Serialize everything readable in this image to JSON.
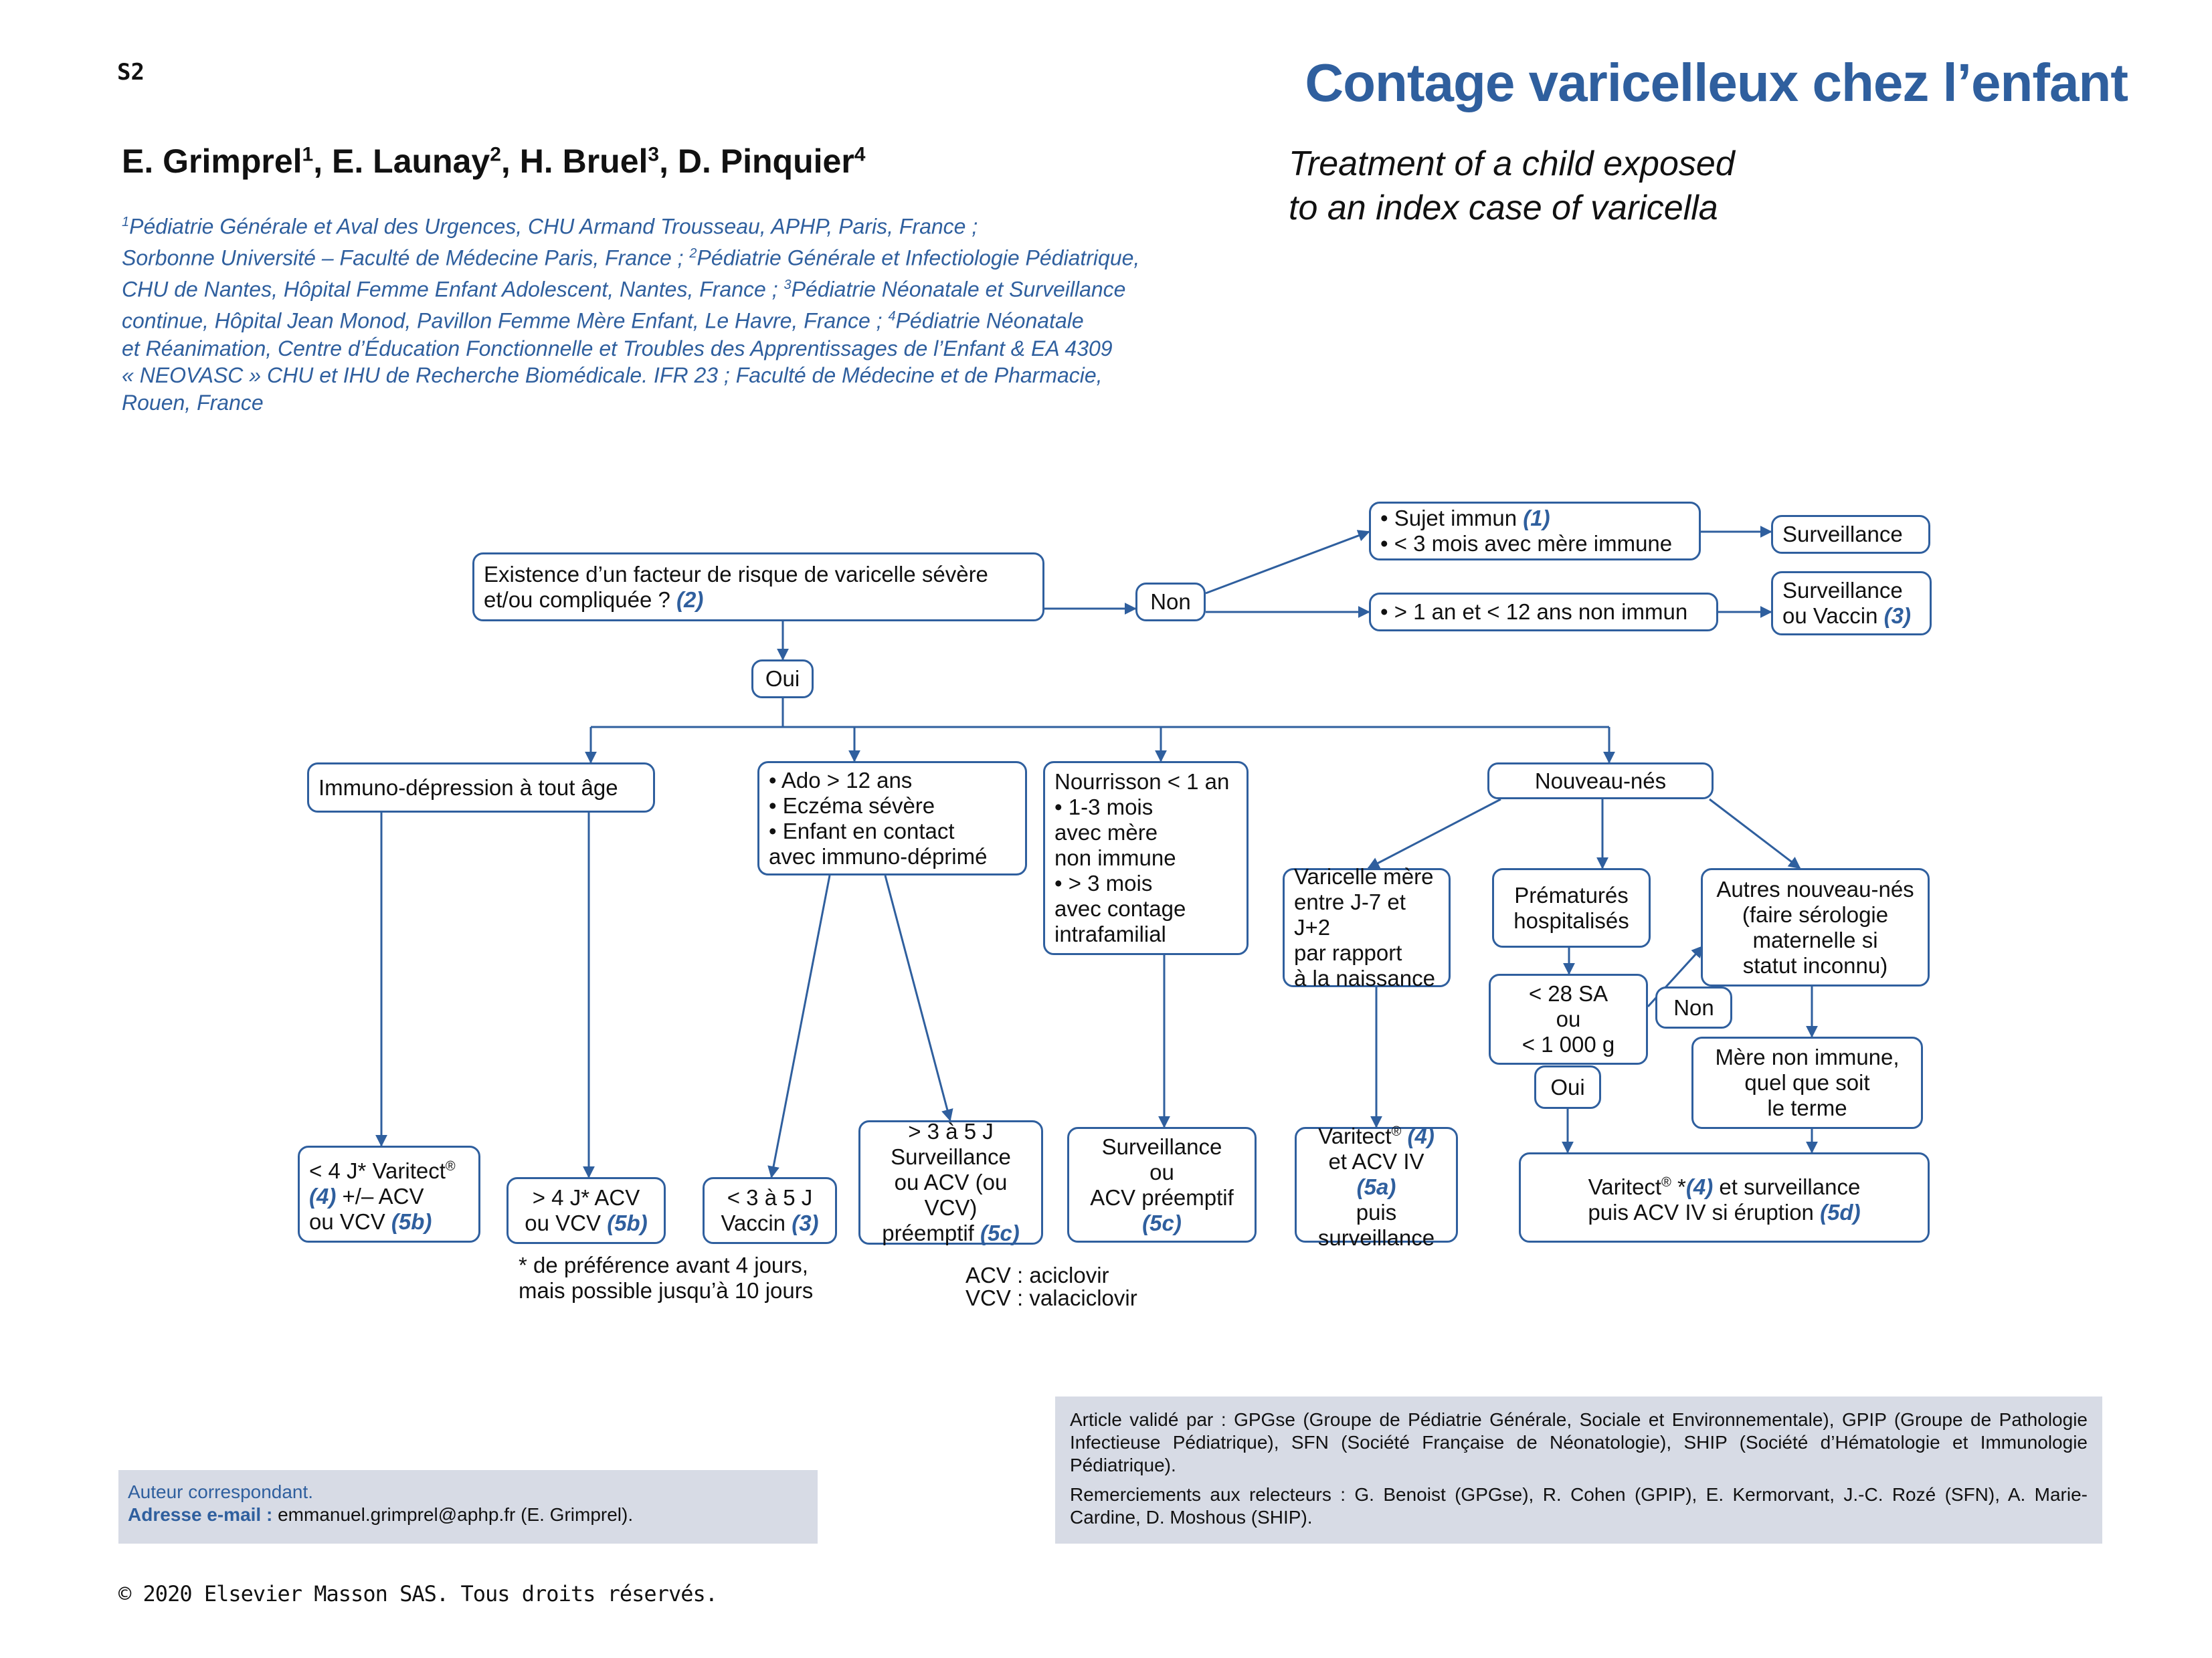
{
  "header": {
    "page_label": "S2",
    "title": "Contage varicelleux chez l’enfant",
    "authors": [
      {
        "name": "E. Grimprel",
        "sup": "1",
        "sep": ", "
      },
      {
        "name": "E. Launay",
        "sup": "2",
        "sep": ", "
      },
      {
        "name": "H. Bruel",
        "sup": "3",
        "sep": ", "
      },
      {
        "name": "D. Pinquier",
        "sup": "4",
        "sep": ""
      }
    ],
    "subtitle_line1": "Treatment of a child exposed",
    "subtitle_line2": "to an index case of varicella",
    "affiliations": [
      {
        "sup": "1",
        "text": "Pédiatrie Générale et Aval des Urgences, CHU Armand Trousseau, APHP, Paris, France ;"
      },
      {
        "sup": "",
        "text": "Sorbonne Université – Faculté de Médecine Paris, France ; "
      },
      {
        "sup": "2",
        "text": "Pédiatrie Générale et Infectiologie Pédiatrique,"
      },
      {
        "sup": "",
        "text": "CHU de Nantes, Hôpital Femme Enfant Adolescent, Nantes, France ; "
      },
      {
        "sup": "3",
        "text": "Pédiatrie Néonatale et Surveillance"
      },
      {
        "sup": "",
        "text": "continue, Hôpital Jean Monod, Pavillon Femme Mère Enfant, Le Havre, France ; "
      },
      {
        "sup": "4",
        "text": "Pédiatrie Néonatale"
      },
      {
        "sup": "",
        "text": "et Réanimation, Centre d’Éducation Fonctionnelle et Troubles des Apprentissages de l’Enfant & EA 4309"
      },
      {
        "sup": "",
        "text": "« NEOVASC » CHU et IHU de Recherche Biomédicale. IFR 23 ; Faculté de Médecine et de Pharmacie,"
      },
      {
        "sup": "",
        "text": "Rouen, France"
      }
    ]
  },
  "flow": {
    "risk_question": [
      {
        "t": "Existence d’un facteur de risque de varicelle sévère\net/ou compliquée ? "
      },
      {
        "t": "(2)",
        "r": true
      }
    ],
    "non1": [
      {
        "t": "Non"
      }
    ],
    "oui1": [
      {
        "t": "Oui"
      }
    ],
    "immune": [
      {
        "t": "• Sujet immun "
      },
      {
        "t": "(1)",
        "r": true
      },
      {
        "t": "\n• <  3 mois avec mère immune"
      }
    ],
    "surveillance1": [
      {
        "t": "Surveillance"
      }
    ],
    "non_immune": [
      {
        "t": "• > 1 an et < 12 ans non immun"
      }
    ],
    "surv_vaccin": [
      {
        "t": "Surveillance\nou Vaccin "
      },
      {
        "t": "(3)",
        "r": true
      }
    ],
    "immuno": [
      {
        "t": "Immuno-dépression à tout âge"
      }
    ],
    "ado": [
      {
        "t": "• Ado > 12 ans\n• Eczéma sévère\n• Enfant en contact\n   avec immuno-déprimé"
      }
    ],
    "nourrisson": [
      {
        "t": "Nourrisson < 1 an\n• 1-3 mois\n   avec mère\n   non immune\n• > 3 mois\n   avec contage\n   intrafamilial"
      }
    ],
    "nouveau_nes": [
      {
        "t": "Nouveau-nés"
      }
    ],
    "varicelle_mere": [
      {
        "t": "Varicelle mère\nentre J-7 et J+2\npar rapport\nà la naissance"
      }
    ],
    "prematures": [
      {
        "t": "Prématurés\nhospitalisés"
      }
    ],
    "autres_nn": [
      {
        "t": "Autres nouveau-nés\n(faire sérologie\nmaternelle si\nstatut inconnu)"
      }
    ],
    "sa28": [
      {
        "t": "< 28 SA\nou\n< 1 000 g"
      }
    ],
    "non2": [
      {
        "t": "Non"
      }
    ],
    "oui2": [
      {
        "t": "Oui"
      }
    ],
    "mere_non_immune": [
      {
        "t": "Mère non immune,\nquel que soit\nle terme"
      }
    ],
    "r_varitect4": [
      {
        "t": "< 4 J* Varitect"
      },
      {
        "t": "®",
        "sup": true
      },
      {
        "t": "\n"
      },
      {
        "t": "(4)",
        "r": true
      },
      {
        "t": " +/– ACV\nou VCV "
      },
      {
        "t": "(5b)",
        "r": true
      }
    ],
    "r_acv4": [
      {
        "t": "> 4 J* ACV\nou VCV "
      },
      {
        "t": "(5b)",
        "r": true
      }
    ],
    "r_vaccin35": [
      {
        "t": "< 3 à 5 J\nVaccin "
      },
      {
        "t": "(3)",
        "r": true
      }
    ],
    "r_surv35": [
      {
        "t": "> 3 à 5 J\nSurveillance\nou ACV (ou VCV)\npréemptif "
      },
      {
        "t": "(5c)",
        "r": true
      }
    ],
    "r_surv_acv": [
      {
        "t": "Surveillance\nou\nACV préemptif\n"
      },
      {
        "t": "(5c)",
        "r": true
      }
    ],
    "r_varitect_iv": [
      {
        "t": "Varitect"
      },
      {
        "t": "®",
        "sup": true
      },
      {
        "t": " "
      },
      {
        "t": "(4)",
        "r": true
      },
      {
        "t": "\net ACV IV "
      },
      {
        "t": "(5a)",
        "r": true
      },
      {
        "t": "\npuis\nsurveillance"
      }
    ],
    "r_varitect_surv": [
      {
        "t": "Varitect"
      },
      {
        "t": "®",
        "sup": true
      },
      {
        "t": " *"
      },
      {
        "t": "(4)",
        "r": true
      },
      {
        "t": " et surveillance\npuis ACV IV si éruption "
      },
      {
        "t": "(5d)",
        "r": true
      }
    ]
  },
  "footnote_pref": "* de préférence avant 4 jours,\nmais possible jusqu’à 10 jours",
  "footnote_abbr": "ACV : aciclovir\nVCV : valaciclovir",
  "corresponding": {
    "label": "Auteur correspondant.",
    "email_label": "Adresse e-mail : ",
    "email": "emmanuel.grimprel@aphp.fr (E. Grimprel)."
  },
  "validation": {
    "p1": "Article validé par : GPGse (Groupe de Pédiatrie Générale, Sociale et Environnementale), GPIP (Groupe de Pathologie Infectieuse Pédiatrique), SFN (Société Française de Néonatologie), SHIP (Société d’Hématologie et Immunologie Pédiatrique).",
    "p2": "Remerciements aux relecteurs : G. Benoist (GPGse), R. Cohen (GPIP), E. Kermorvant, J.-C. Rozé (SFN), A. Marie-Cardine, D. Moshous (SHIP)."
  },
  "copyright": "© 2020 Elsevier Masson SAS. Tous droits réservés.",
  "colors": {
    "accent": "#2f5f9e",
    "panel": "#d7dbe5"
  }
}
